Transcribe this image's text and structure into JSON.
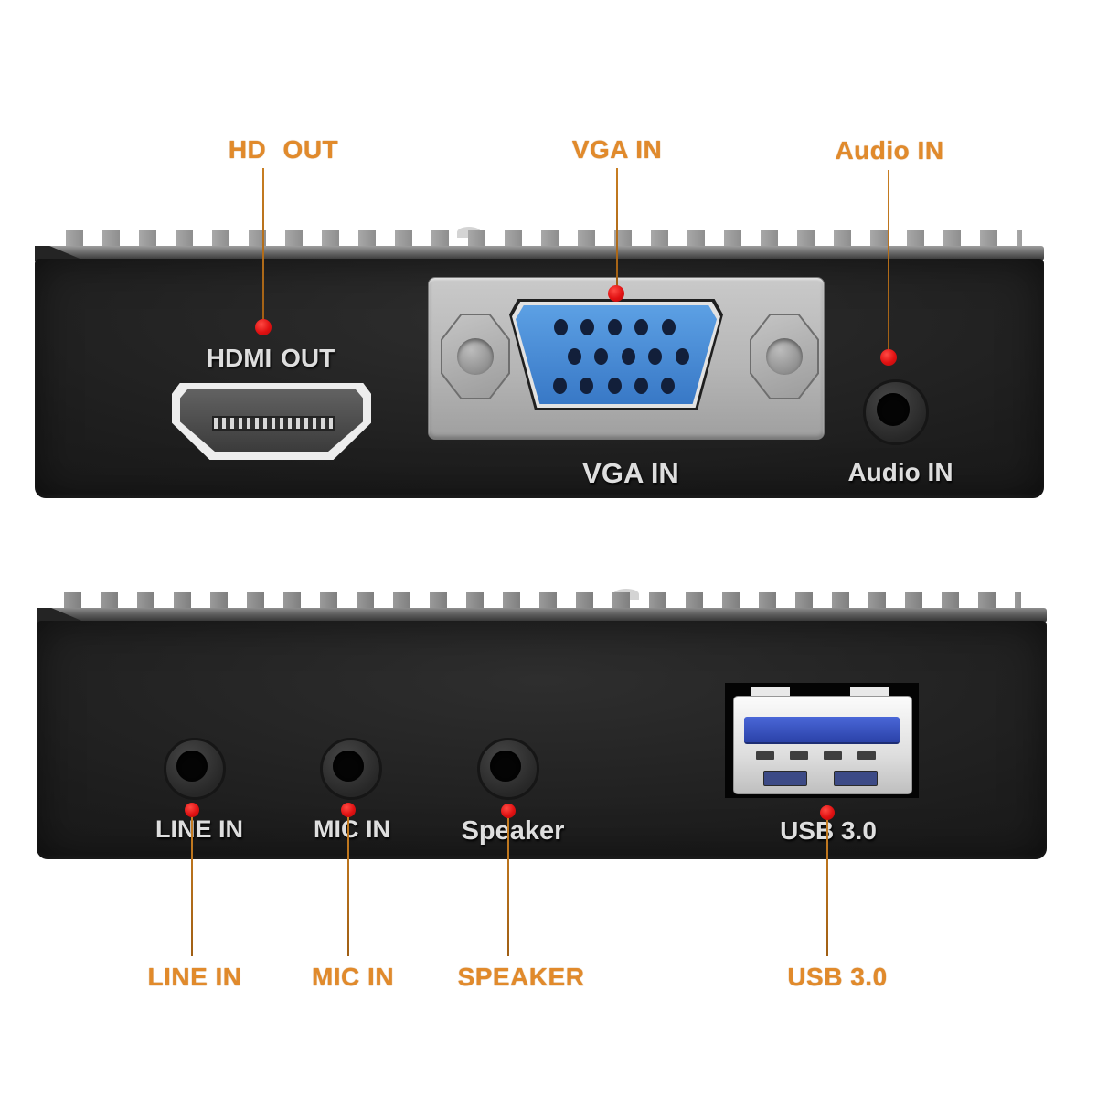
{
  "colors": {
    "accent_orange": "#E18A2B",
    "locator_red": "#E01112",
    "vga_blue": "#3C85D8",
    "usb_blue": "#2F4BB5",
    "device_black": "#1D1D1D",
    "plate_gray": "#B9B9B9"
  },
  "top_callouts": {
    "hd_out": "HD OUT",
    "vga_in": "VGA IN",
    "audio_in": "Audio IN"
  },
  "top_device": {
    "hdmi_label": "HDMI OUT",
    "vga_label": "VGA IN",
    "audio_label": "Audio IN"
  },
  "bottom_device": {
    "line_in_label": "LINE IN",
    "mic_in_label": "MIC IN",
    "speaker_label": "Speaker",
    "usb_label": "USB 3.0"
  },
  "bottom_callouts": {
    "line_in": "LINE IN",
    "mic_in": "MIC IN",
    "speaker": "SPEAKER",
    "usb": "USB 3.0"
  }
}
